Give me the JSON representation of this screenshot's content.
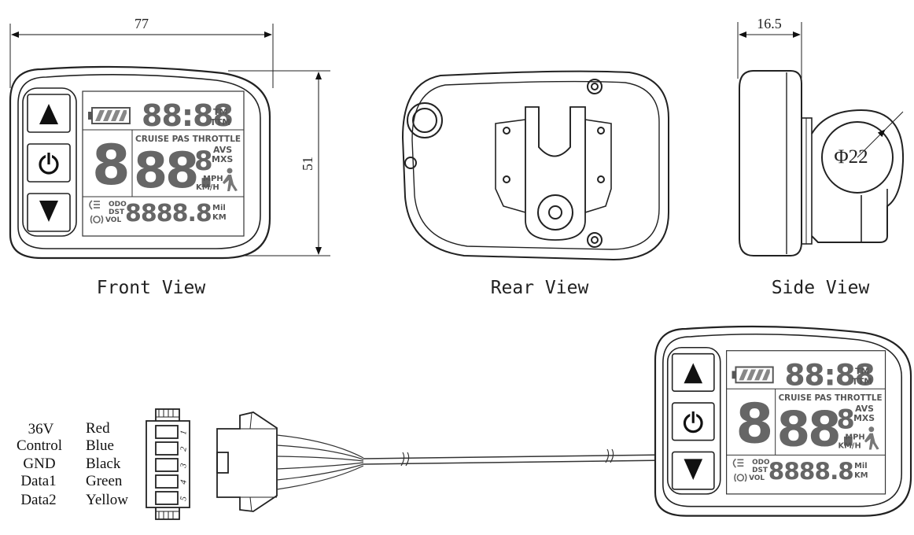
{
  "dimensions": {
    "width": "77",
    "height": "51",
    "depth": "16.5",
    "clamp": "Φ22"
  },
  "views": {
    "front": "Front View",
    "rear": "Rear View",
    "side": "Side View"
  },
  "display": {
    "clock": "88:88",
    "clock_units": [
      "TM",
      "TTM"
    ],
    "mode_labels": "CRUISE PAS THROTTLE",
    "level_digit": "8",
    "speed": "88.",
    "speed_small": "8",
    "speed_units": [
      "AVS",
      "MXS",
      "MPH",
      "KM/H"
    ],
    "odometer": "8888.8",
    "odo_labels": [
      "ODO",
      "DST",
      "VOL"
    ],
    "odo_units": [
      "Mil",
      "KM"
    ]
  },
  "wires": [
    {
      "pin": "1",
      "signal": "36V",
      "color": "Red"
    },
    {
      "pin": "2",
      "signal": "Control",
      "color": "Blue"
    },
    {
      "pin": "3",
      "signal": "GND",
      "color": "Black"
    },
    {
      "pin": "4",
      "signal": "Data1",
      "color": "Green"
    },
    {
      "pin": "5",
      "signal": "Data2",
      "color": "Yellow"
    }
  ]
}
